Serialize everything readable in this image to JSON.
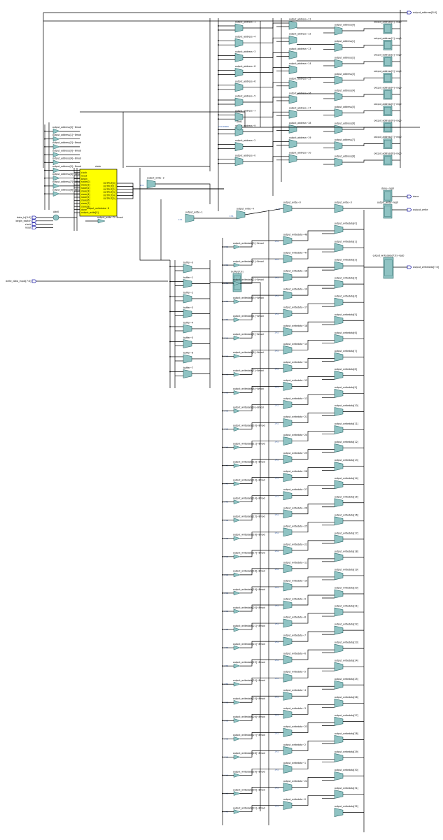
{
  "colors": {
    "background": "#ffffff",
    "cell_fill": "#8fc3c3",
    "cell_stroke": "#2f6a6a",
    "fsm_fill": "#ffff00",
    "wire": "#000000",
    "port_stroke": "#2222aa",
    "const_label": "#1f4fa8"
  },
  "inputs": [
    "data_in[0:0]",
    "begin_switch",
    "clock",
    "reset"
  ],
  "write_data_input": "write_data_input[7:0]",
  "outputs": {
    "address": "output_address[8:0]",
    "done": "done",
    "write": "output_write",
    "writedata": "output_writedata[7:0]"
  },
  "fsm": {
    "title": "state",
    "left_pins": [
      "clock",
      "reset",
      "begin",
      "state[0]",
      "state[1]",
      "state[2]",
      "state[3]",
      "state[4]",
      "state[5]",
      "state[6]",
      "state[7]",
      "state[8]",
      "done",
      "output_write[0]"
    ],
    "right_pins": [
      "OUTPUT[0]",
      "OUTPUT[1]",
      "OUTPUT[2]",
      "OUTPUT[3]",
      "OUTPUT[4]",
      "OUTPUT[5]"
    ],
    "bottom_label": "output_writedata~8"
  },
  "cells": {
    "addr_drivers": [
      "output_address[0]~8mod",
      "output_address[1]~8mod",
      "output_address[2]~8mod",
      "output_address[3]~8mod",
      "output_address[4]~8mod",
      "output_address[5]~8mod",
      "output_address[6]~8mod",
      "output_address[7]~8mod",
      "output_address[8]~8mod"
    ],
    "addr_mux_col1": [
      "output_address~1",
      "output_address~4",
      "output_address~3",
      "output_address~8",
      "output_address~6",
      "output_address~5",
      "output_address~7",
      "output_address~9",
      "output_address~2",
      "output_address~0"
    ],
    "addr_mux_col2": [
      "output_address~11",
      "output_address~12",
      "output_address~13",
      "output_address~14",
      "output_address~15",
      "output_address~16",
      "output_address~17",
      "output_address~18",
      "output_address~19",
      "output_address~10"
    ],
    "addr_mux_col3": [
      "output_address[0]",
      "output_address[1]",
      "output_address[2]",
      "output_address[3]",
      "output_address[4]",
      "output_address[5]",
      "output_address[6]",
      "output_address[7]",
      "output_address[8]"
    ],
    "addr_regs": [
      "output_address[0]~reg0",
      "output_address[1]~reg0",
      "output_address[2]~reg0",
      "output_address[3]~reg0",
      "output_address[4]~reg0",
      "output_address[5]~reg0",
      "output_address[6]~reg0",
      "output_address[7]~reg0",
      "output_address[8]~reg0"
    ],
    "add0": "Add0",
    "add1": "Add1",
    "buffer_muxes": [
      "buffer~0",
      "buffer~1",
      "buffer~2",
      "buffer~3",
      "buffer~4",
      "buffer~5",
      "buffer~6",
      "buffer~7"
    ],
    "buffer_reg": "buffer[7:0]",
    "write_muxes": [
      "output_write~0",
      "output_write~1",
      "output_write~2",
      "output_write~3",
      "output_write~4"
    ],
    "done_reg": "done~reg0",
    "write_reg": "output_write~reg0",
    "writedata_reg": "output_writedata[7:0]~reg0",
    "wd_drivers": [
      "output_writedata[0]~8mod",
      "output_writedata[1]~8mod",
      "output_writedata[2]~8mod",
      "output_writedata[3]~8mod",
      "output_writedata[4]~8mod",
      "output_writedata[5]~8mod",
      "output_writedata[6]~8mod",
      "output_writedata[7]~8mod",
      "output_writedata[8]~8mod",
      "output_writedata[9]~8mod",
      "output_writedata[10]~8mod",
      "output_writedata[11]~8mod",
      "output_writedata[12]~8mod",
      "output_writedata[13]~8mod",
      "output_writedata[14]~8mod",
      "output_writedata[15]~8mod",
      "output_writedata[16]~8mod",
      "output_writedata[17]~8mod",
      "output_writedata[18]~8mod",
      "output_writedata[19]~8mod",
      "output_writedata[20]~8mod",
      "output_writedata[21]~8mod",
      "output_writedata[22]~8mod",
      "output_writedata[23]~8mod",
      "output_writedata[24]~8mod",
      "output_writedata[25]~8mod",
      "output_writedata[26]~8mod",
      "output_writedata[27]~8mod",
      "output_writedata[28]~8mod",
      "output_writedata[29]~8mod",
      "output_writedata[30]~8mod",
      "output_writedata[31]~8mod"
    ],
    "wd_mux_mid": [
      "output_writedata~48",
      "output_writedata~47",
      "output_writedata~16",
      "output_writedata~19",
      "output_writedata~17",
      "output_writedata~18",
      "output_writedata~15",
      "output_writedata~14",
      "output_writedata~13",
      "output_writedata~12",
      "output_writedata~21",
      "output_writedata~20",
      "output_writedata~29",
      "output_writedata~28",
      "output_writedata~27",
      "output_writedata~26",
      "output_writedata~25",
      "output_writedata~22",
      "output_writedata~11",
      "output_writedata~10",
      "output_writedata~9",
      "output_writedata~8",
      "output_writedata~7",
      "output_writedata~6",
      "output_writedata~5",
      "output_writedata~4",
      "output_writedata~3",
      "output_writedata~23",
      "output_writedata~2",
      "output_writedata~1",
      "output_writedata~24",
      "output_writedata~0"
    ],
    "wd_mux_right": [
      "output_writedata[0]",
      "output_writedata[1]",
      "output_writedata[2]",
      "output_writedata[3]",
      "output_writedata[4]",
      "output_writedata[5]",
      "output_writedata[6]",
      "output_writedata[7]",
      "output_writedata[8]",
      "output_writedata[9]",
      "output_writedata[10]",
      "output_writedata[11]",
      "output_writedata[12]",
      "output_writedata[13]",
      "output_writedata[14]",
      "output_writedata[15]",
      "output_writedata[16]",
      "output_writedata[17]",
      "output_writedata[18]",
      "output_writedata[19]",
      "output_writedata[20]",
      "output_writedata[21]",
      "output_writedata[22]",
      "output_writedata[23]",
      "output_writedata[24]",
      "output_writedata[25]",
      "output_writedata[26]",
      "output_writedata[27]",
      "output_writedata[28]",
      "output_writedata[29]",
      "output_writedata[30]",
      "output_writedata[31]",
      "output_writedata[32]"
    ]
  },
  "const_labels": {
    "one_bit": "1'h1",
    "zero_bit": "1'h0",
    "byte_const": "2'h0 00000",
    "clkin": "clk"
  }
}
